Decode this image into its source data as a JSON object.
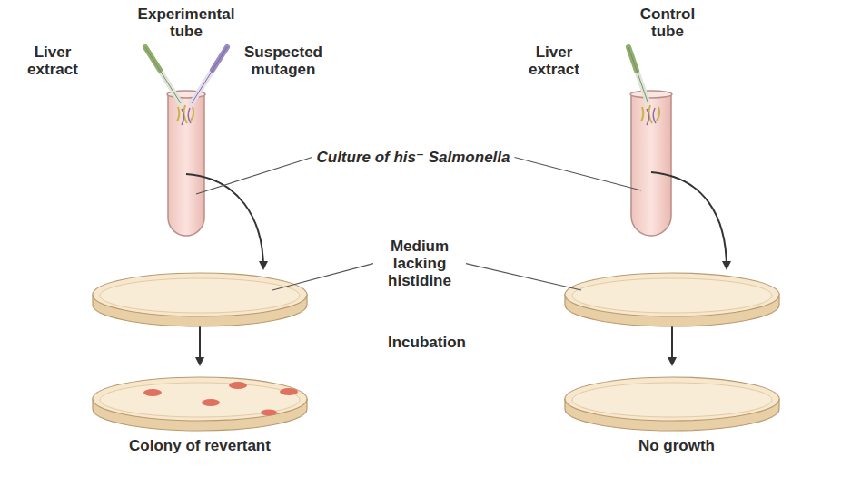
{
  "diagram": {
    "labels": [
      "Experimental tube",
      "Liver extract",
      "Suspected mutagen",
      "Control tube",
      "Liver extract",
      "Culture of his⁻ Salmonella",
      "Medium lacking histidine",
      "Incubation",
      "Colony of revertant",
      "No growth"
    ]
  }
}
